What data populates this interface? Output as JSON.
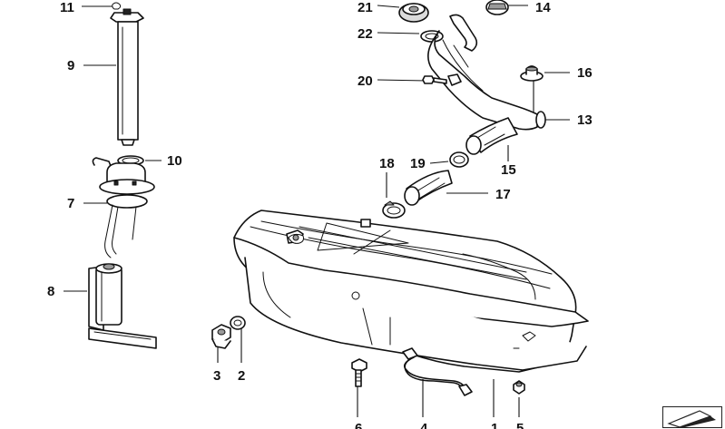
{
  "callouts": [
    {
      "id": "11",
      "text": "11"
    },
    {
      "id": "9",
      "text": "9"
    },
    {
      "id": "10",
      "text": "10"
    },
    {
      "id": "7",
      "text": "7"
    },
    {
      "id": "8",
      "text": "8"
    },
    {
      "id": "21",
      "text": "21"
    },
    {
      "id": "14",
      "text": "14"
    },
    {
      "id": "22",
      "text": "22"
    },
    {
      "id": "20",
      "text": "20"
    },
    {
      "id": "16",
      "text": "16"
    },
    {
      "id": "13",
      "text": "13"
    },
    {
      "id": "18",
      "text": "18"
    },
    {
      "id": "19",
      "text": "19"
    },
    {
      "id": "15",
      "text": "15"
    },
    {
      "id": "17",
      "text": "17"
    },
    {
      "id": "3",
      "text": "3"
    },
    {
      "id": "2",
      "text": "2"
    },
    {
      "id": "6",
      "text": "6"
    },
    {
      "id": "4",
      "text": "4"
    },
    {
      "id": "1",
      "text": "1"
    },
    {
      "id": "5",
      "text": "5"
    }
  ],
  "icons": {
    "corner_logo": "diagram-arrow-logo-icon"
  }
}
